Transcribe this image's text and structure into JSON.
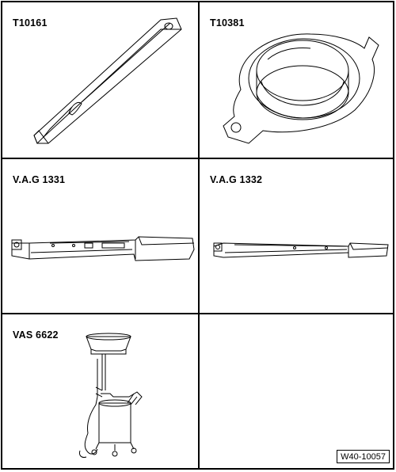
{
  "tools": [
    {
      "label": "T10161",
      "icon": "wedge-tool-icon"
    },
    {
      "label": "T10381",
      "icon": "ring-adapter-icon"
    },
    {
      "label": "V.A.G 1331",
      "icon": "torque-wrench-large-icon"
    },
    {
      "label": "V.A.G 1332",
      "icon": "torque-wrench-small-icon"
    },
    {
      "label": "VAS 6622",
      "icon": "oil-drain-unit-icon"
    },
    {
      "label": "",
      "icon": ""
    }
  ],
  "reference": "W40-10057"
}
